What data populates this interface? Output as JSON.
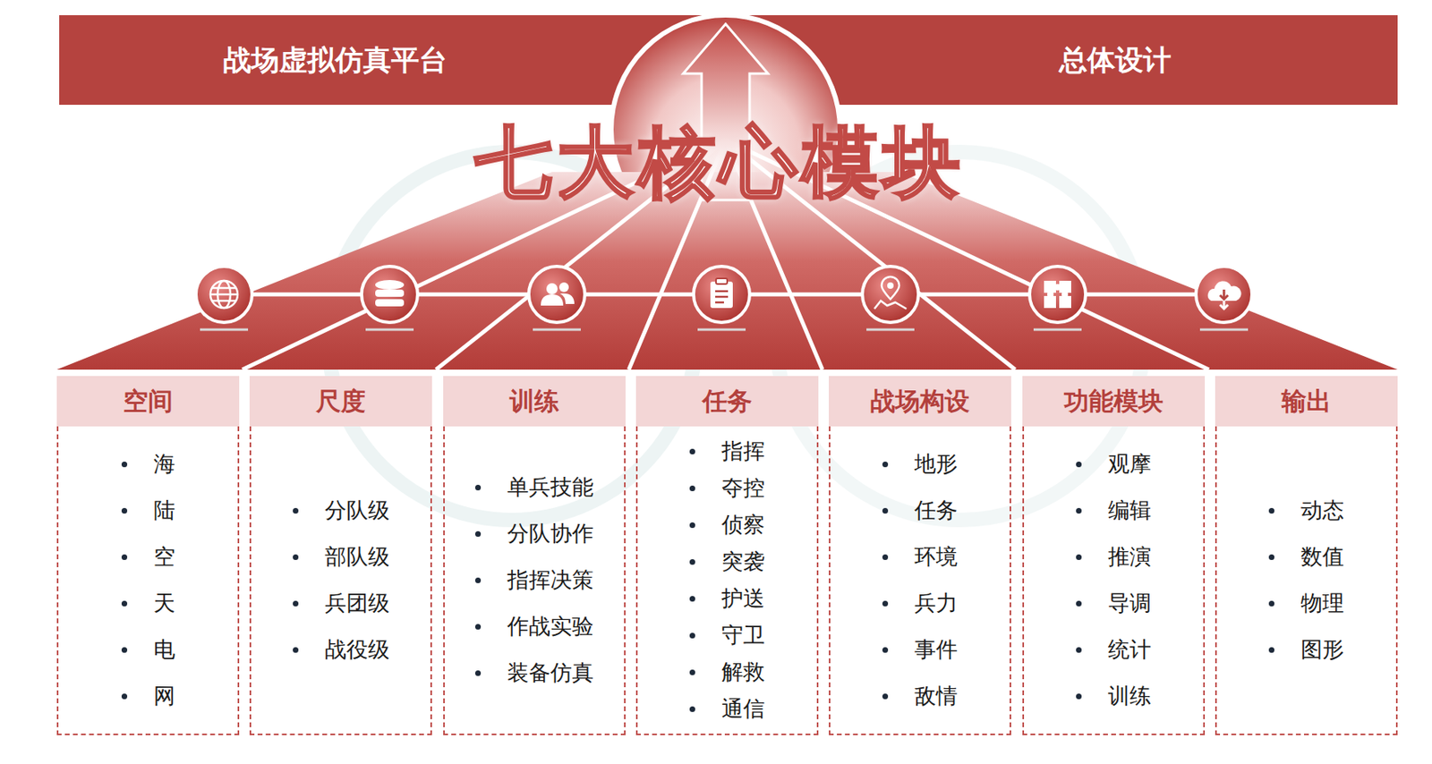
{
  "diagram": {
    "title": "七大核心模块",
    "nodes": [
      {
        "text": [
          "战场虚拟仿真平台"
        ]
      },
      {
        "text": [
          "总体设计"
        ]
      },
      {
        "text": [
          "空间",
          "海",
          "陆",
          "空",
          "天",
          "电",
          "网"
        ]
      },
      {
        "text": [
          "尺度",
          "分队级",
          "部队级",
          "兵团级",
          "战役级"
        ]
      },
      {
        "text": [
          "训练",
          "单兵技能",
          "分队协作",
          "指挥决策",
          "作战实验",
          "装备仿真"
        ]
      },
      {
        "text": [
          "任务",
          "指挥",
          "夺控",
          "侦察",
          "突袭",
          "护送",
          "守卫",
          "解救",
          "通信"
        ]
      },
      {
        "text": [
          "战场构设",
          "地形",
          "任务",
          "环境",
          "兵力",
          "事件",
          "敌情"
        ]
      },
      {
        "text": [
          "功能模块",
          "观摩",
          "编辑",
          "推演",
          "导调",
          "统计",
          "训练"
        ]
      },
      {
        "text": [
          "输出",
          "动态",
          "数值",
          "物理",
          "图形"
        ]
      }
    ]
  }
}
